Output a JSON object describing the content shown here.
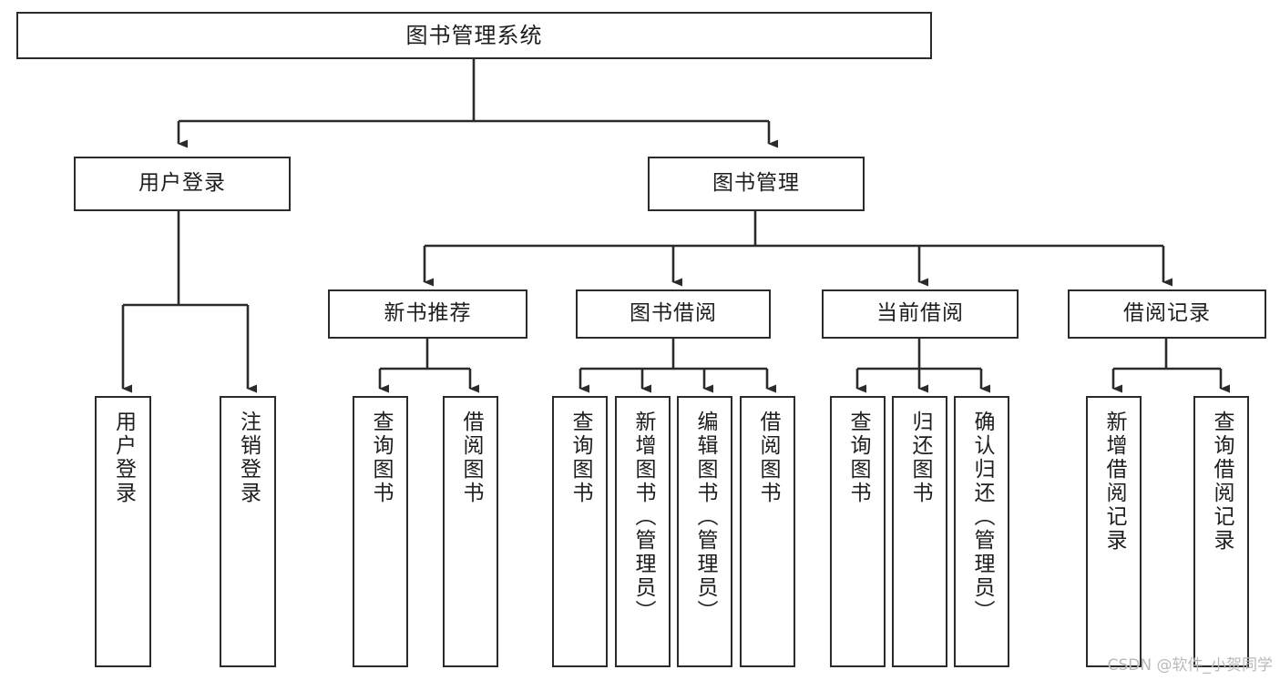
{
  "diagram": {
    "title": "图书管理系统",
    "type": "tree",
    "watermark": "CSDN @软件_小贺同学",
    "colors": {
      "stroke": "#2b2b2b",
      "fill": "#ffffff",
      "text": "#1d1d1d",
      "watermark": "#b9b9b9"
    },
    "nodes": {
      "root": {
        "label": "图书管理系统"
      },
      "level1": [
        {
          "label": "用户登录"
        },
        {
          "label": "图书管理"
        }
      ],
      "level2": [
        {
          "label": "新书推荐"
        },
        {
          "label": "图书借阅"
        },
        {
          "label": "当前借阅"
        },
        {
          "label": "借阅记录"
        }
      ],
      "leaves_user_login": [
        {
          "label": "用户登录"
        },
        {
          "label": "注销登录"
        }
      ],
      "leaves_new_book": [
        {
          "label": "查询图书"
        },
        {
          "label": "借阅图书"
        }
      ],
      "leaves_borrow": [
        {
          "label": "查询图书"
        },
        {
          "label": "新增图书（管理员）"
        },
        {
          "label": "编辑图书（管理员）"
        },
        {
          "label": "借阅图书"
        }
      ],
      "leaves_current": [
        {
          "label": "查询图书"
        },
        {
          "label": "归还图书"
        },
        {
          "label": "确认归还（管理员）"
        }
      ],
      "leaves_records": [
        {
          "label": "新增借阅记录"
        },
        {
          "label": "查询借阅记录"
        }
      ]
    }
  }
}
